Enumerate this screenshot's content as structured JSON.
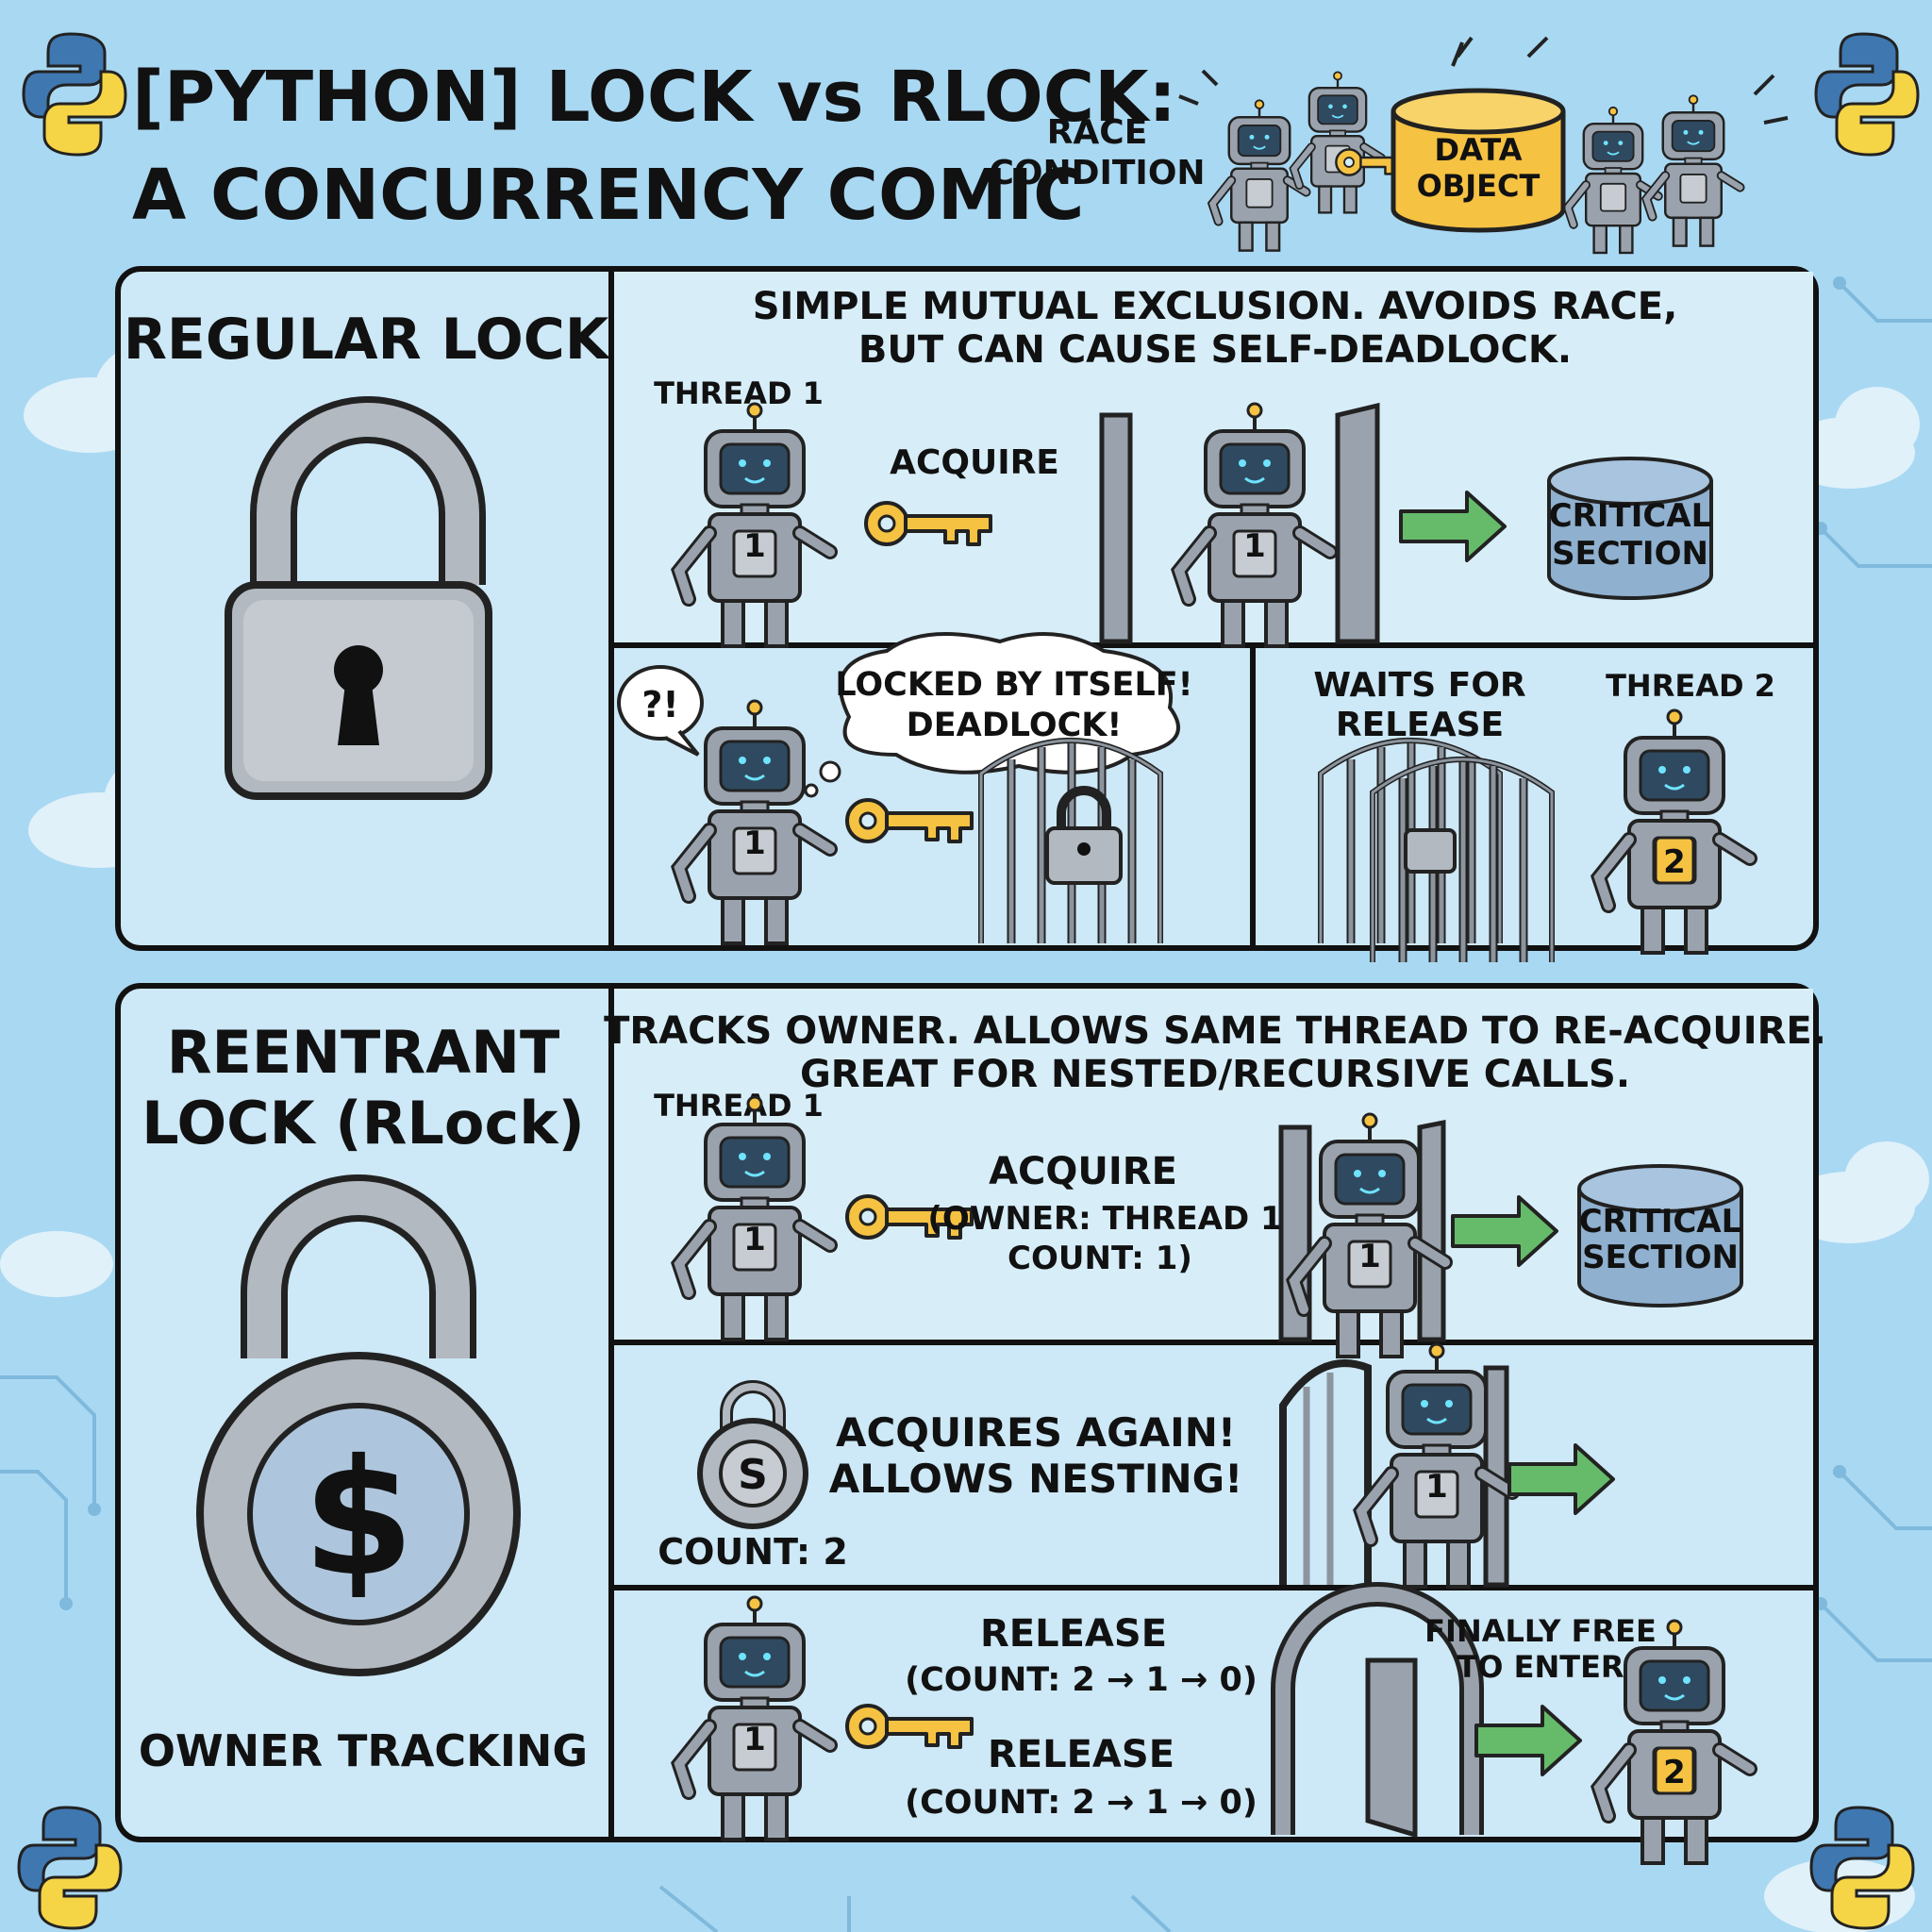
{
  "header": {
    "title_line1": "[PYTHON] LOCK vs RLOCK:",
    "title_line2": "A CONCURRENCY  COMIC",
    "race_line1": "RACE",
    "race_line2": "CONDITION",
    "data_line1": "DATA",
    "data_line2": "OBJECT"
  },
  "regular": {
    "label": "REGULAR LOCK",
    "desc_line1": "SIMPLE MUTUAL EXCLUSION. AVOIDS RACE,",
    "desc_line2": "BUT CAN CAUSE SELF-DEADLOCK.",
    "thread1": "THREAD 1",
    "acquire": "ACQUIRE",
    "critical_line1": "CRITICAL",
    "critical_line2": "SECTION",
    "confused": "?!",
    "deadlock_line1": "LOCKED BY ITSELF!",
    "deadlock_line2": "DEADLOCK!",
    "waits_line1": "WAITS FOR",
    "waits_line2": "RELEASE",
    "thread2": "THREAD 2"
  },
  "reentrant": {
    "label_line1": "REENTRANT",
    "label_line2": "LOCK (RLock)",
    "owner_tracking": "OWNER TRACKING",
    "desc_line1": "TRACKS OWNER. ALLOWS SAME THREAD TO RE-ACQUIRE.",
    "desc_line2": "GREAT FOR NESTED/RECURSIVE CALLS.",
    "thread1": "THREAD 1",
    "acquire": "ACQUIRE",
    "acquire_owner": "(OWNER: THREAD 1,",
    "acquire_count": "COUNT: 1)",
    "critical_line1": "CRITICAL",
    "critical_line2": "SECTION",
    "again_line1": "ACQUIRES AGAIN!",
    "again_line2": "ALLOWS NESTING!",
    "count2": "COUNT: 2",
    "release1": "RELEASE",
    "release1_count": "(COUNT: 2 → 1 → 0)",
    "release2": "RELEASE",
    "release2_count": "(COUNT: 2 → 1 → 0)",
    "free_line1": "FINALLY FREE",
    "free_line2": "TO ENTER"
  },
  "badges": {
    "one": "1",
    "two": "2",
    "s": "S",
    "dollar": "$"
  },
  "colors": {
    "background": "#a9d8f2",
    "panel": "#d4edf8",
    "arrow": "#66bb6a",
    "key": "#f5c242",
    "cylinder": "#8fb0cf"
  }
}
